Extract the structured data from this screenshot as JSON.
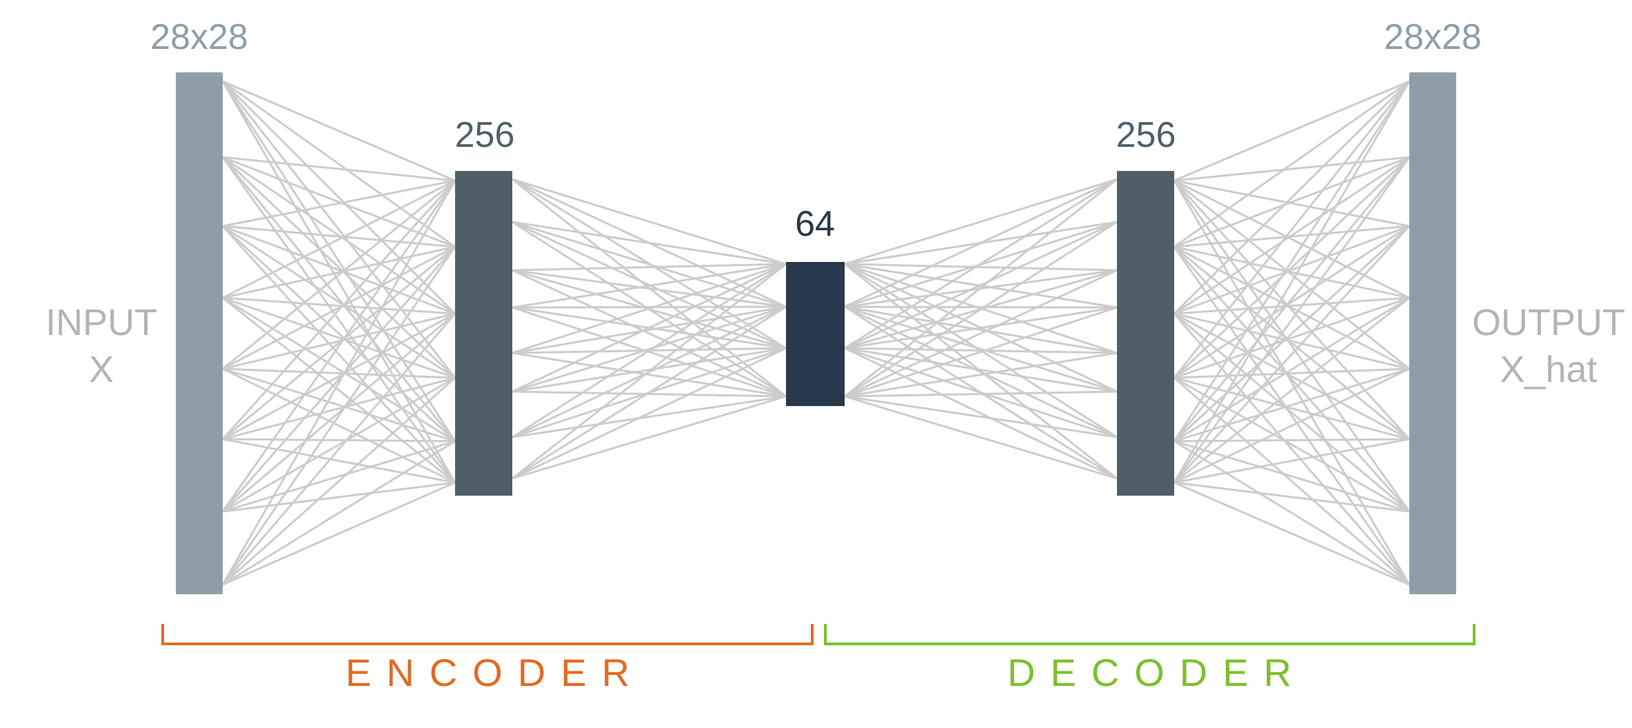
{
  "layers": [
    {
      "id": "input",
      "label": "28x28"
    },
    {
      "id": "hidden-encoder",
      "label": "256"
    },
    {
      "id": "latent",
      "label": "64"
    },
    {
      "id": "hidden-decoder",
      "label": "256"
    },
    {
      "id": "output",
      "label": "28x28"
    }
  ],
  "input_label": {
    "line1": "INPUT",
    "line2": "X"
  },
  "output_label": {
    "line1": "OUTPUT",
    "line2": "X_hat"
  },
  "encoder": {
    "label": "ENCODER",
    "color": "#e06b24"
  },
  "decoder": {
    "label": "DECODER",
    "color": "#7cc02a"
  },
  "colors": {
    "outer_layer": "#8d9ea8",
    "hidden_layer": "#4e5f68",
    "latent_layer": "#27394a",
    "connection": "#cccccc"
  }
}
